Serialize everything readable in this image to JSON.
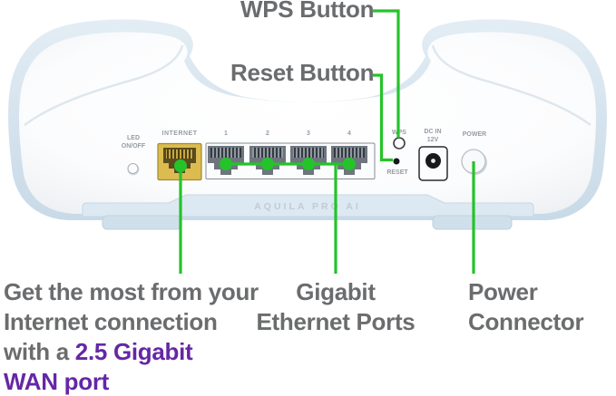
{
  "colors": {
    "annotation_green": "#24c32a",
    "label_gray": "#6a6c6e",
    "highlight_purple": "#6527a5",
    "shell_blue": "#d9e6f0",
    "band_blue": "#dde9f2",
    "wan_port_gold": "#d7b84e"
  },
  "callouts": {
    "wps": "WPS Button",
    "reset": "Reset Button",
    "wan": {
      "line1": "Get the most from your",
      "line2": "Internet connection",
      "line3_prefix": "with a ",
      "line3_bold": "2.5 Gigabit",
      "line4_bold": "WAN port"
    },
    "ethernet": {
      "line1": "Gigabit",
      "line2": "Ethernet Ports"
    },
    "power": {
      "line1": "Power",
      "line2": "Connector"
    }
  },
  "device": {
    "brand": "AQUILA PRO AI",
    "labels": {
      "led_line1": "LED",
      "led_line2": "ON/OFF",
      "internet": "INTERNET",
      "port1": "1",
      "port2": "2",
      "port3": "3",
      "port4": "4",
      "wps": "WPS",
      "reset": "RESET",
      "dc_line1": "DC IN",
      "dc_line2": "12V",
      "power": "POWER"
    }
  }
}
